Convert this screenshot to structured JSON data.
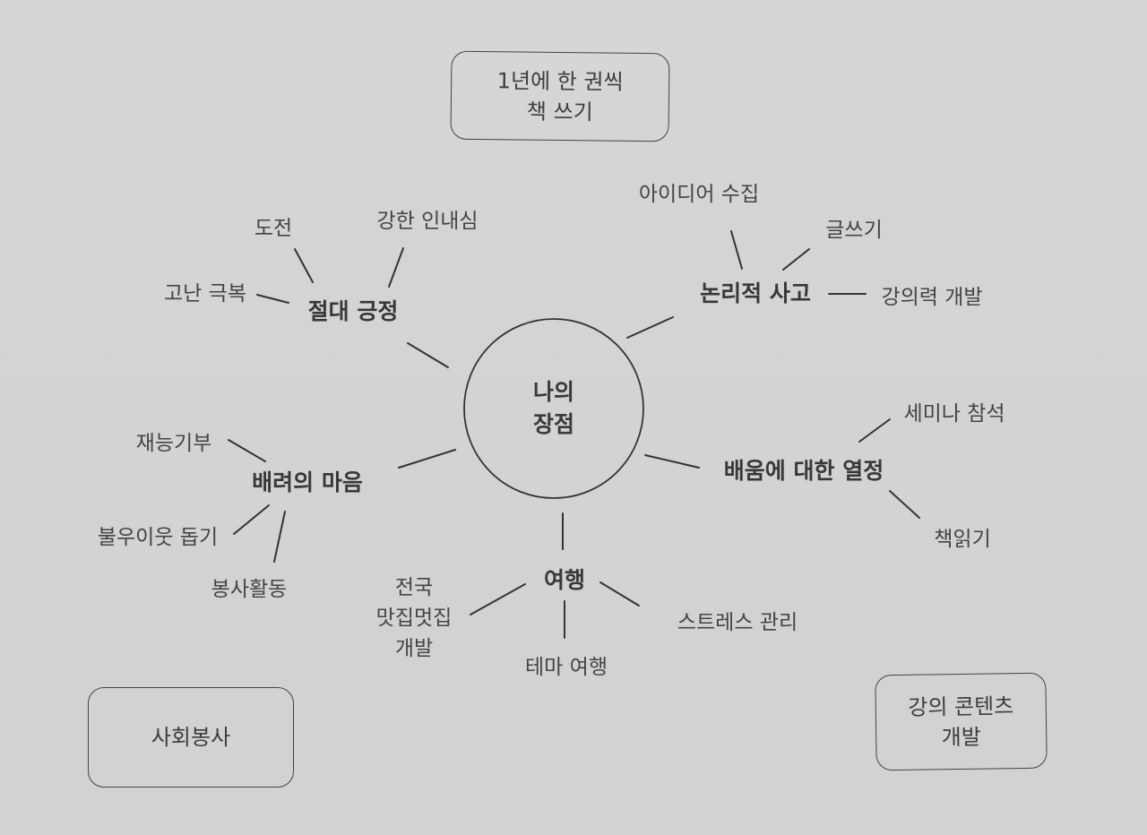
{
  "diagram": {
    "type": "mind-map",
    "center": {
      "line1": "나의",
      "line2": "장점"
    },
    "branches": [
      {
        "label": "절대 긍정",
        "children": [
          "도전",
          "강한 인내심",
          "고난 극복"
        ]
      },
      {
        "label": "논리적 사고",
        "children": [
          "아이디어 수집",
          "글쓰기",
          "강의력 개발"
        ]
      },
      {
        "label": "배려의 마음",
        "children": [
          "재능기부",
          "불우이웃 돕기",
          "봉사활동"
        ]
      },
      {
        "label": "배움에 대한 열정",
        "children": [
          "세미나 참석",
          "책읽기"
        ]
      },
      {
        "label": "여행",
        "children": [
          {
            "line1": "전국",
            "line2": "맛집멋집",
            "line3": "개발"
          },
          "테마 여행",
          "스트레스 관리"
        ]
      }
    ],
    "goal_boxes": [
      {
        "line1": "1년에 한 권씩",
        "line2": "책 쓰기"
      },
      {
        "line1": "사회봉사"
      },
      {
        "line1": "강의 콘텐츠",
        "line2": "개발"
      }
    ]
  },
  "colors": {
    "background": "#d4d4d2",
    "ink": "#3a3a3a",
    "line": "#333333"
  }
}
